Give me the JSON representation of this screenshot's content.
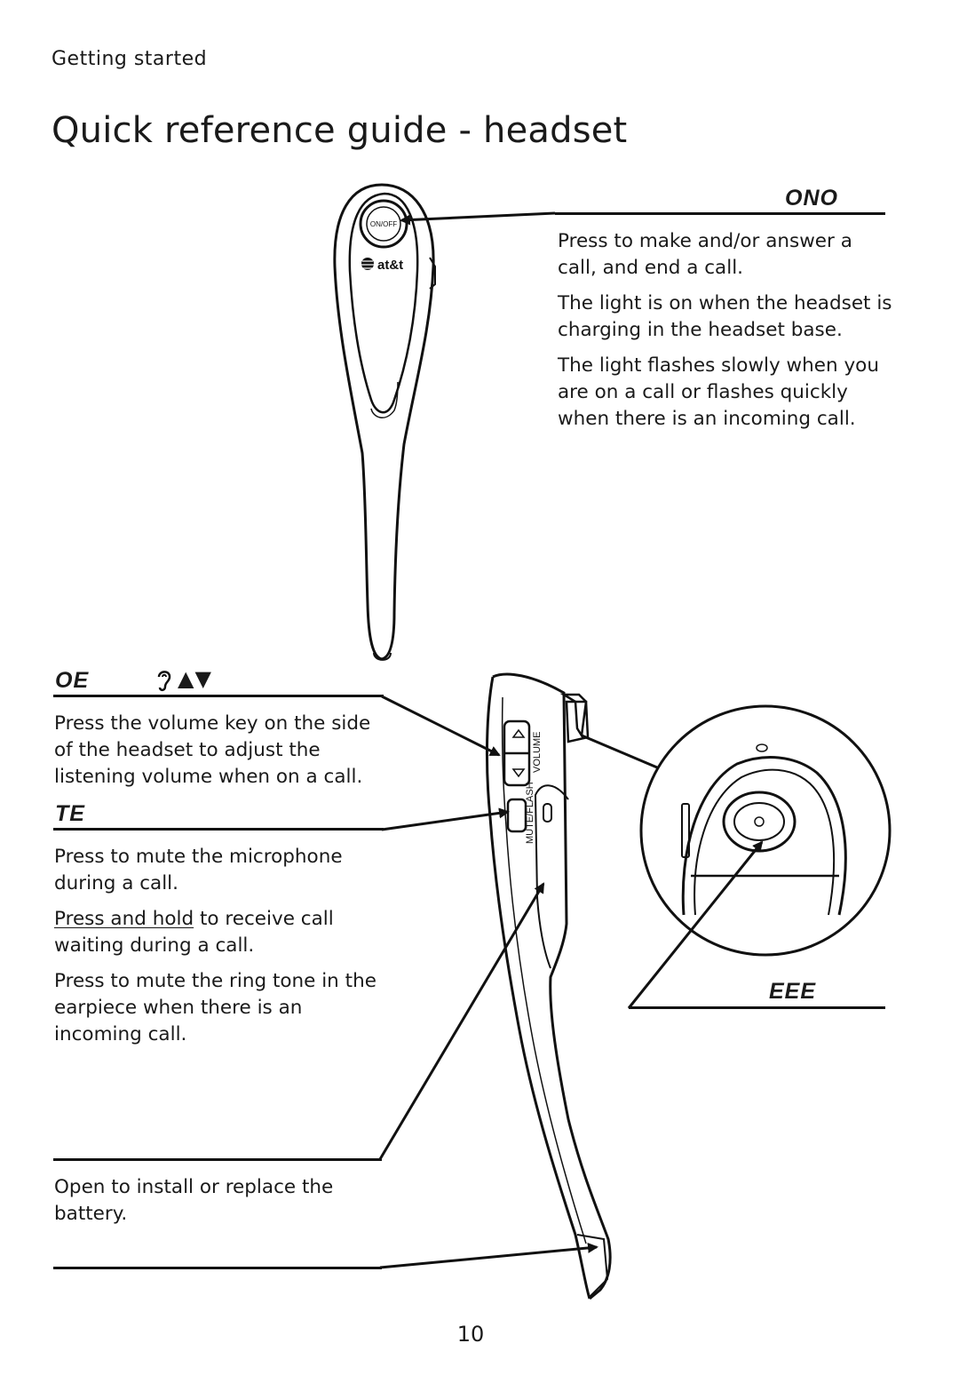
{
  "header": {
    "section": "Getting started",
    "title": "Quick reference guide - headset"
  },
  "onoff": {
    "label": "ONO",
    "paragraphs": [
      "Press to make and/or answer a call, and end a call.",
      "The light is on when the headset is charging in the headset base.",
      "The light flashes slowly when you are on a call or flashes quickly when there is an incoming call."
    ]
  },
  "volume": {
    "label": "OE",
    "symbols": "▲▼",
    "ear_icon": "ear-icon",
    "paragraphs": [
      "Press the volume key on the side of the headset to adjust the listening volume when on a call."
    ]
  },
  "mute": {
    "label": "TE",
    "p1": "Press to mute the microphone during a call.",
    "p2_link": "Press and hold",
    "p2_rest": " to receive call waiting during a call.",
    "p3": "Press to mute the ring tone in the earpiece when there is an incoming call."
  },
  "earpiece": {
    "label": "EEE"
  },
  "battery": {
    "paragraphs": [
      "Open to install or replace the battery."
    ]
  },
  "device_print": {
    "on_off_button": "ON/OFF",
    "brand": "at&t",
    "volume_text": "VOLUME",
    "mute_text": "MUTE/FLASH"
  },
  "footer": {
    "page_number": "10"
  }
}
